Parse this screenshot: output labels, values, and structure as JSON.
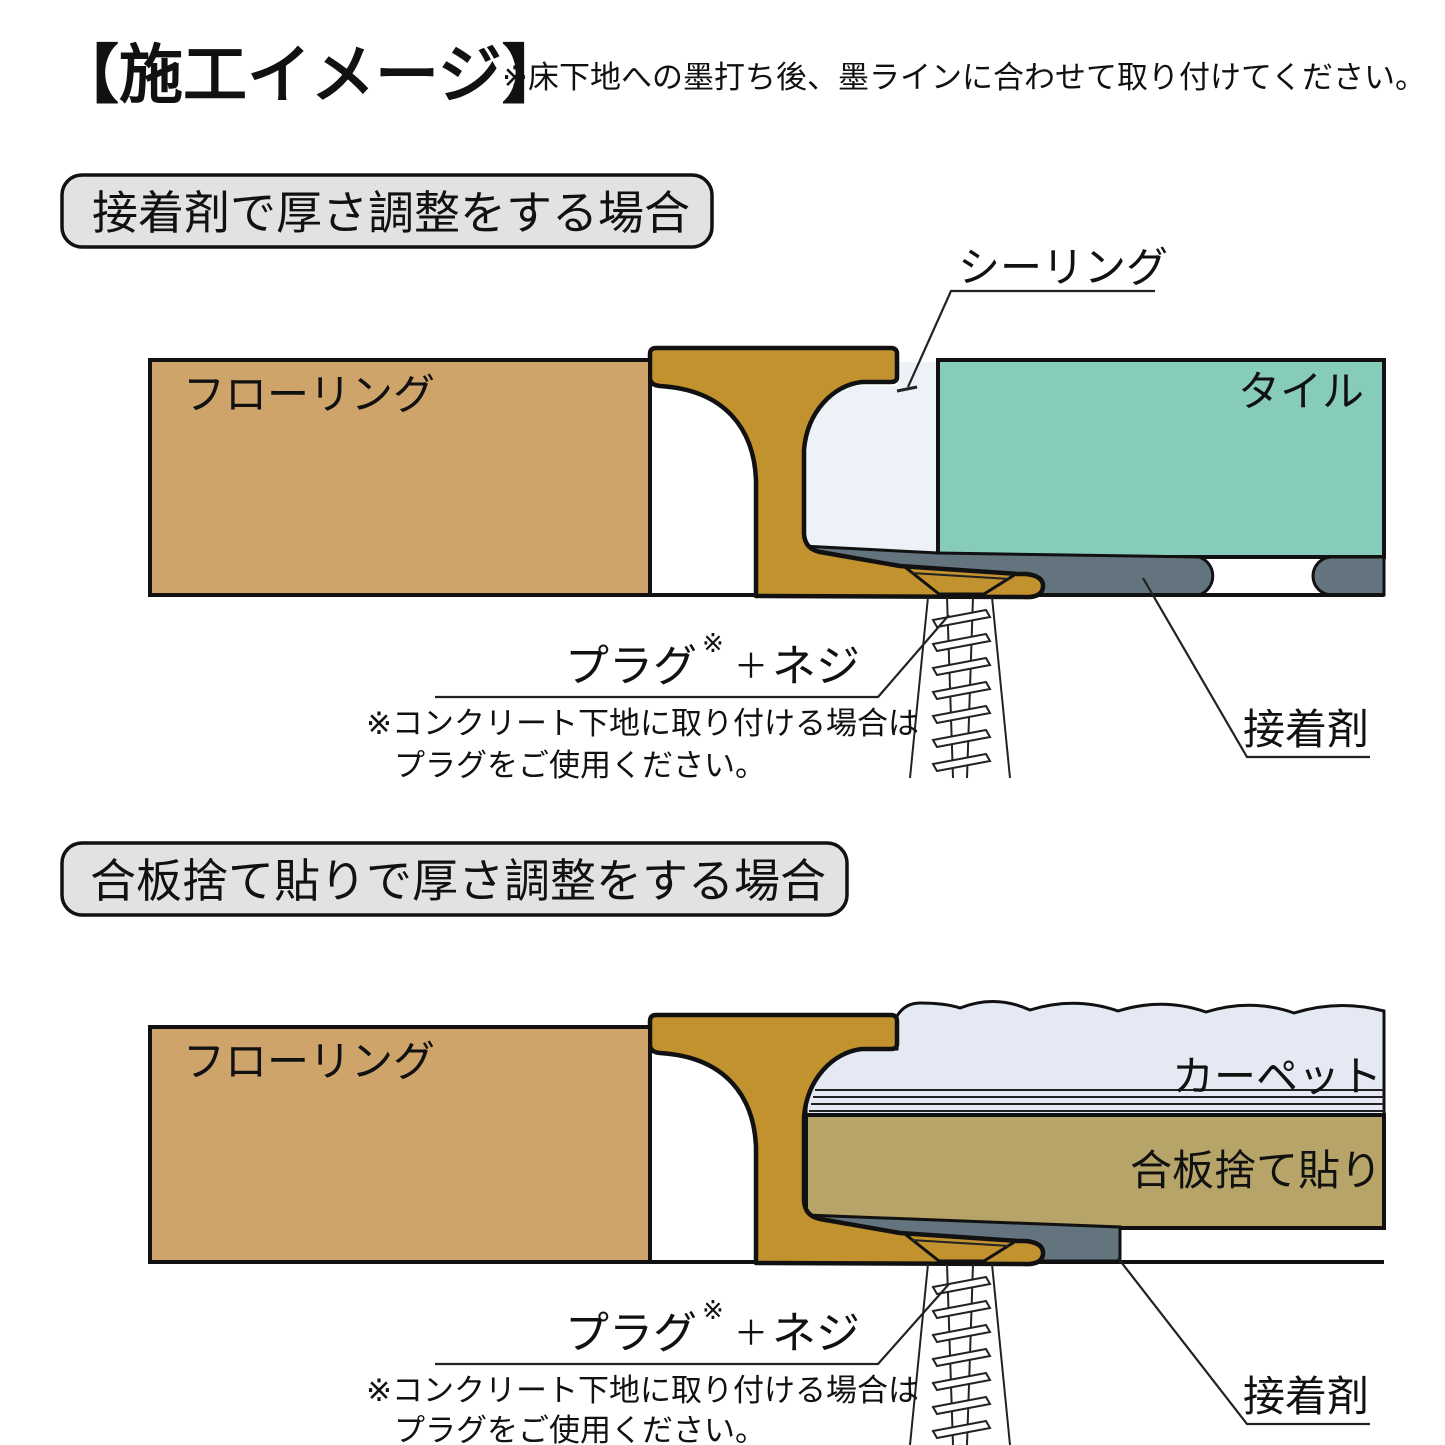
{
  "title": {
    "text": "【施工イメージ】",
    "note": "※床下地への墨打ち後、墨ラインに合わせて取り付けてください。"
  },
  "colors": {
    "flooring": "#cfa46b",
    "profile": "#c2922f",
    "tile": "#87ccba",
    "adhesive": "#64747e",
    "carpet": "#e4e9f4",
    "plywood": "#b6a468",
    "gap": "#edf2f8",
    "heading_bg": "#e2e2e2"
  },
  "diagram1": {
    "heading": "接着剤で厚さ調整をする場合",
    "flooring_label": "フローリング",
    "tile_label": "タイル",
    "sealing_label": "シーリング",
    "adhesive_label": "接着剤",
    "plug_label": "プラグ",
    "ref_mark": "※",
    "plus_sign": "＋",
    "screw_label": "ネジ",
    "note_line1": "※コンクリート下地に取り付ける場合は",
    "note_line2": "プラグをご使用ください。"
  },
  "diagram2": {
    "heading": "合板捨て貼りで厚さ調整をする場合",
    "flooring_label": "フローリング",
    "carpet_label": "カーペット",
    "plywood_label": "合板捨て貼り",
    "adhesive_label": "接着剤",
    "plug_label": "プラグ",
    "ref_mark": "※",
    "plus_sign": "＋",
    "screw_label": "ネジ",
    "note_line1": "※コンクリート下地に取り付ける場合は",
    "note_line2": "プラグをご使用ください。"
  }
}
